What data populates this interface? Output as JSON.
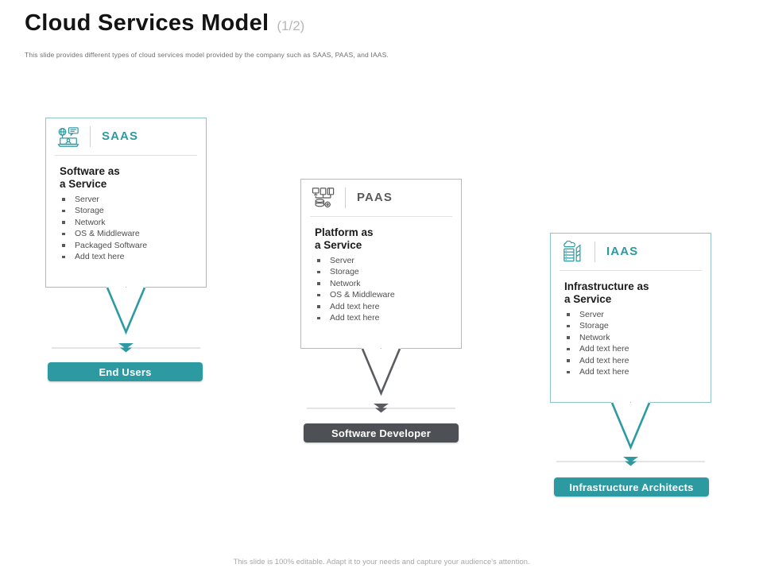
{
  "header": {
    "title": "Cloud Services Model",
    "count": "(1/2)",
    "subtitle": "This slide provides different types of cloud services model provided by the company such as SAAS, PAAS, and IAAS."
  },
  "theme": {
    "teal": "#2d9aa2",
    "teal_border": "#8fc4c9",
    "gray_border": "#b9b9b9",
    "dark_pill": "#4d5054",
    "bullet_text": "#4e4e4e"
  },
  "cards": [
    {
      "key": "saas",
      "icon": "laptop-globe-chat-icon",
      "label": "SAAS",
      "title": "Software as\na Service",
      "accent": "teal",
      "bullets": [
        "Server",
        "Storage",
        "Network",
        "OS & Middleware",
        "Packaged Software",
        "Add text here"
      ],
      "connector": "teal-v-arrow",
      "chevron": "double-chevron-down-icon",
      "pill": {
        "label": "End Users",
        "style": "teal"
      }
    },
    {
      "key": "paas",
      "icon": "servers-network-database-icon",
      "label": "PAAS",
      "title": "Platform as\na Service",
      "accent": "gray",
      "bullets": [
        "Server",
        "Storage",
        "Network",
        "OS & Middleware",
        "Add text here",
        "Add text here"
      ],
      "connector": "gray-v-arrow",
      "chevron": "double-chevron-down-icon",
      "pill": {
        "label": "Software Developer",
        "style": "dark"
      }
    },
    {
      "key": "iaas",
      "icon": "server-rack-cloud-icon",
      "label": "IAAS",
      "title": "Infrastructure as\na Service",
      "accent": "teal",
      "bullets": [
        "Server",
        "Storage",
        "Network",
        "Add text here",
        "Add text here",
        "Add text here"
      ],
      "connector": "teal-v-arrow",
      "chevron": "double-chevron-down-icon",
      "pill": {
        "label": "Infrastructure Architects",
        "style": "teal"
      }
    }
  ],
  "footer": {
    "note": "This slide is 100% editable. Adapt it to your needs and capture your audience's attention."
  }
}
